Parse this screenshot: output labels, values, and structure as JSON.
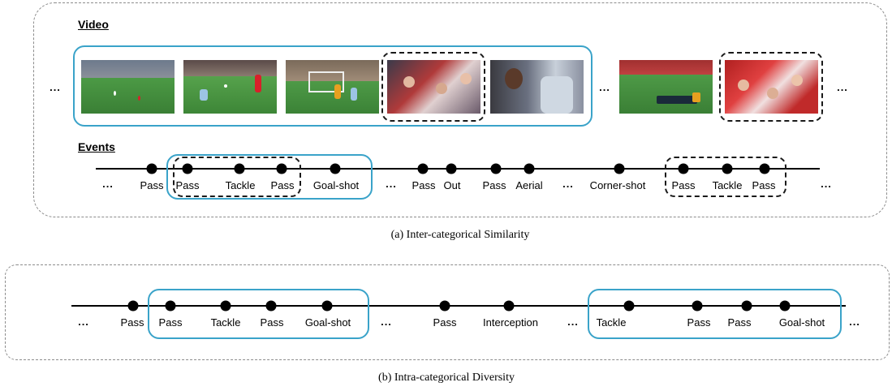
{
  "panel_a": {
    "video_heading": "Video",
    "events_heading": "Events",
    "ellipsis": "...",
    "caption": "(a) Inter-categorical Similarity",
    "events": [
      "Pass",
      "Pass",
      "Tackle",
      "Pass",
      "Goal-shot",
      "Pass",
      "Out",
      "Pass",
      "Aerial",
      "Corner-shot",
      "Pass",
      "Tackle",
      "Pass"
    ]
  },
  "panel_b": {
    "ellipsis": "...",
    "caption": "(b) Intra-categorical Diversity",
    "events": [
      "Pass",
      "Pass",
      "Tackle",
      "Pass",
      "Goal-shot",
      "Pass",
      "Interception",
      "Tackle",
      "Pass",
      "Pass",
      "Goal-shot"
    ]
  },
  "colors": {
    "highlight_blue": "#3aa3c9",
    "highlight_dashed": "#1a1a1a",
    "pitch_green": "#3f8a3a",
    "home_red": "#d8202a"
  }
}
